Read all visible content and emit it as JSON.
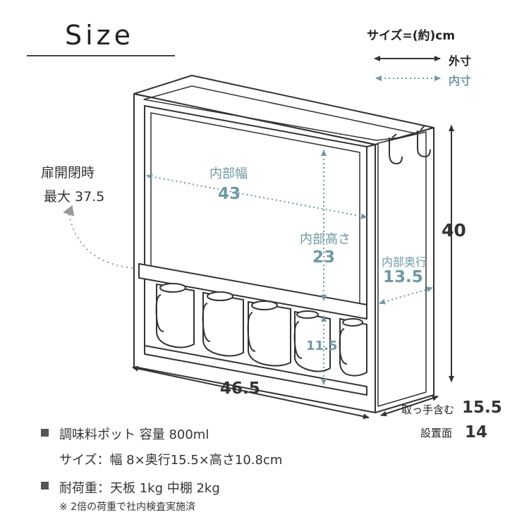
{
  "title": "Size",
  "legend": {
    "title": "サイズ=(約)cm",
    "outer_label": "外寸",
    "inner_label": "内寸"
  },
  "door": {
    "label": "扉開閉時",
    "value": "最大 37.5"
  },
  "inner": {
    "width_label": "内部幅",
    "width_value": "43",
    "height_label": "内部高さ",
    "height_value": "23",
    "depth_label": "内部奥行",
    "depth_value": "13.5",
    "lower_height_value": "11.5"
  },
  "outer": {
    "height_value": "40",
    "width_value": "46.5",
    "depth_with_handle_label": "取っ手含む",
    "depth_with_handle_value": "15.5",
    "install_label": "設置面",
    "install_value": "14"
  },
  "specs": {
    "pot_line": "調味料ポット 容量 800ml",
    "pot_size": "サイズ：幅 8×奥行15.5×高さ10.8cm",
    "load_line": "耐荷重：天板 1kg 中棚 2kg",
    "note": "※ 2倍の荷重で社内検査実施済"
  },
  "colors": {
    "outline": "#333333",
    "inner_accent": "#6f98a4",
    "text": "#333333",
    "arrow_grey": "#999999"
  }
}
